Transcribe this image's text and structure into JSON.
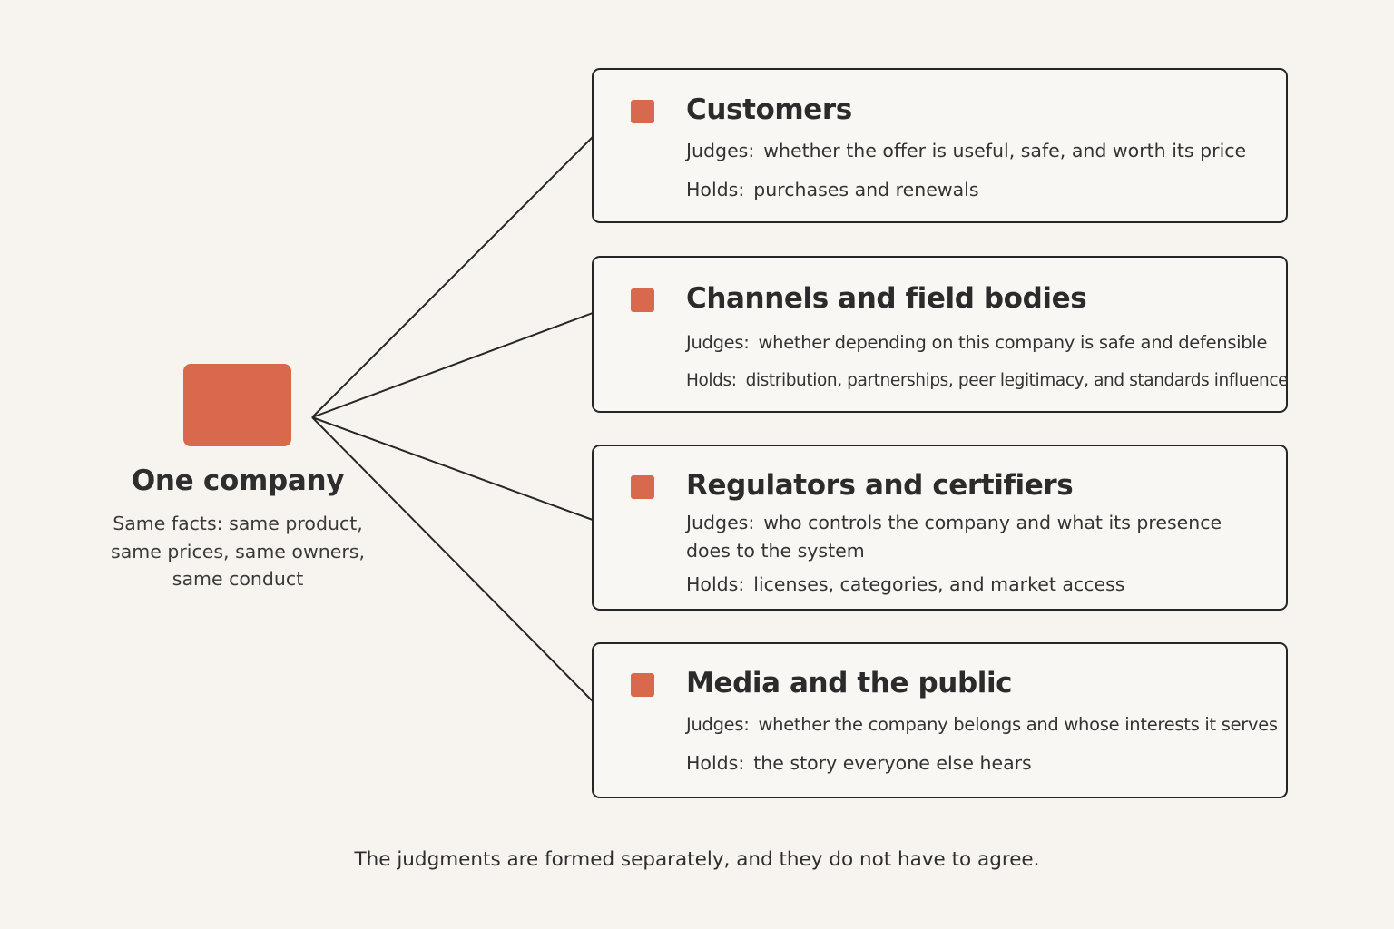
{
  "colors": {
    "background": "#f7f4ef",
    "accent": "#d8694c",
    "stroke": "#262626"
  },
  "company": {
    "title": "One company",
    "description_lines": [
      "Same facts: same product,",
      "same prices, same owners,",
      "same conduct"
    ]
  },
  "stakeholders": [
    {
      "title": "Customers",
      "judges_label": "Judges:",
      "judges": "whether the offer is useful, safe, and worth its price",
      "holds_label": "Holds:",
      "holds": "purchases and renewals"
    },
    {
      "title": "Channels and field bodies",
      "judges_label": "Judges:",
      "judges": "whether depending on this company is safe and defensible",
      "holds_label": "Holds:",
      "holds": "distribution, partnerships, peer legitimacy, and standards influence"
    },
    {
      "title": "Regulators and certifiers",
      "judges_label": "Judges:",
      "judges": "who controls the company and what its presence does to the system",
      "holds_label": "Holds:",
      "holds": "licenses, categories, and market access"
    },
    {
      "title": "Media and the public",
      "judges_label": "Judges:",
      "judges": "whether the company belongs and whose interests it serves",
      "holds_label": "Holds:",
      "holds": "the story everyone else hears"
    }
  ],
  "footer": "The judgments are formed separately, and they do not have to agree."
}
